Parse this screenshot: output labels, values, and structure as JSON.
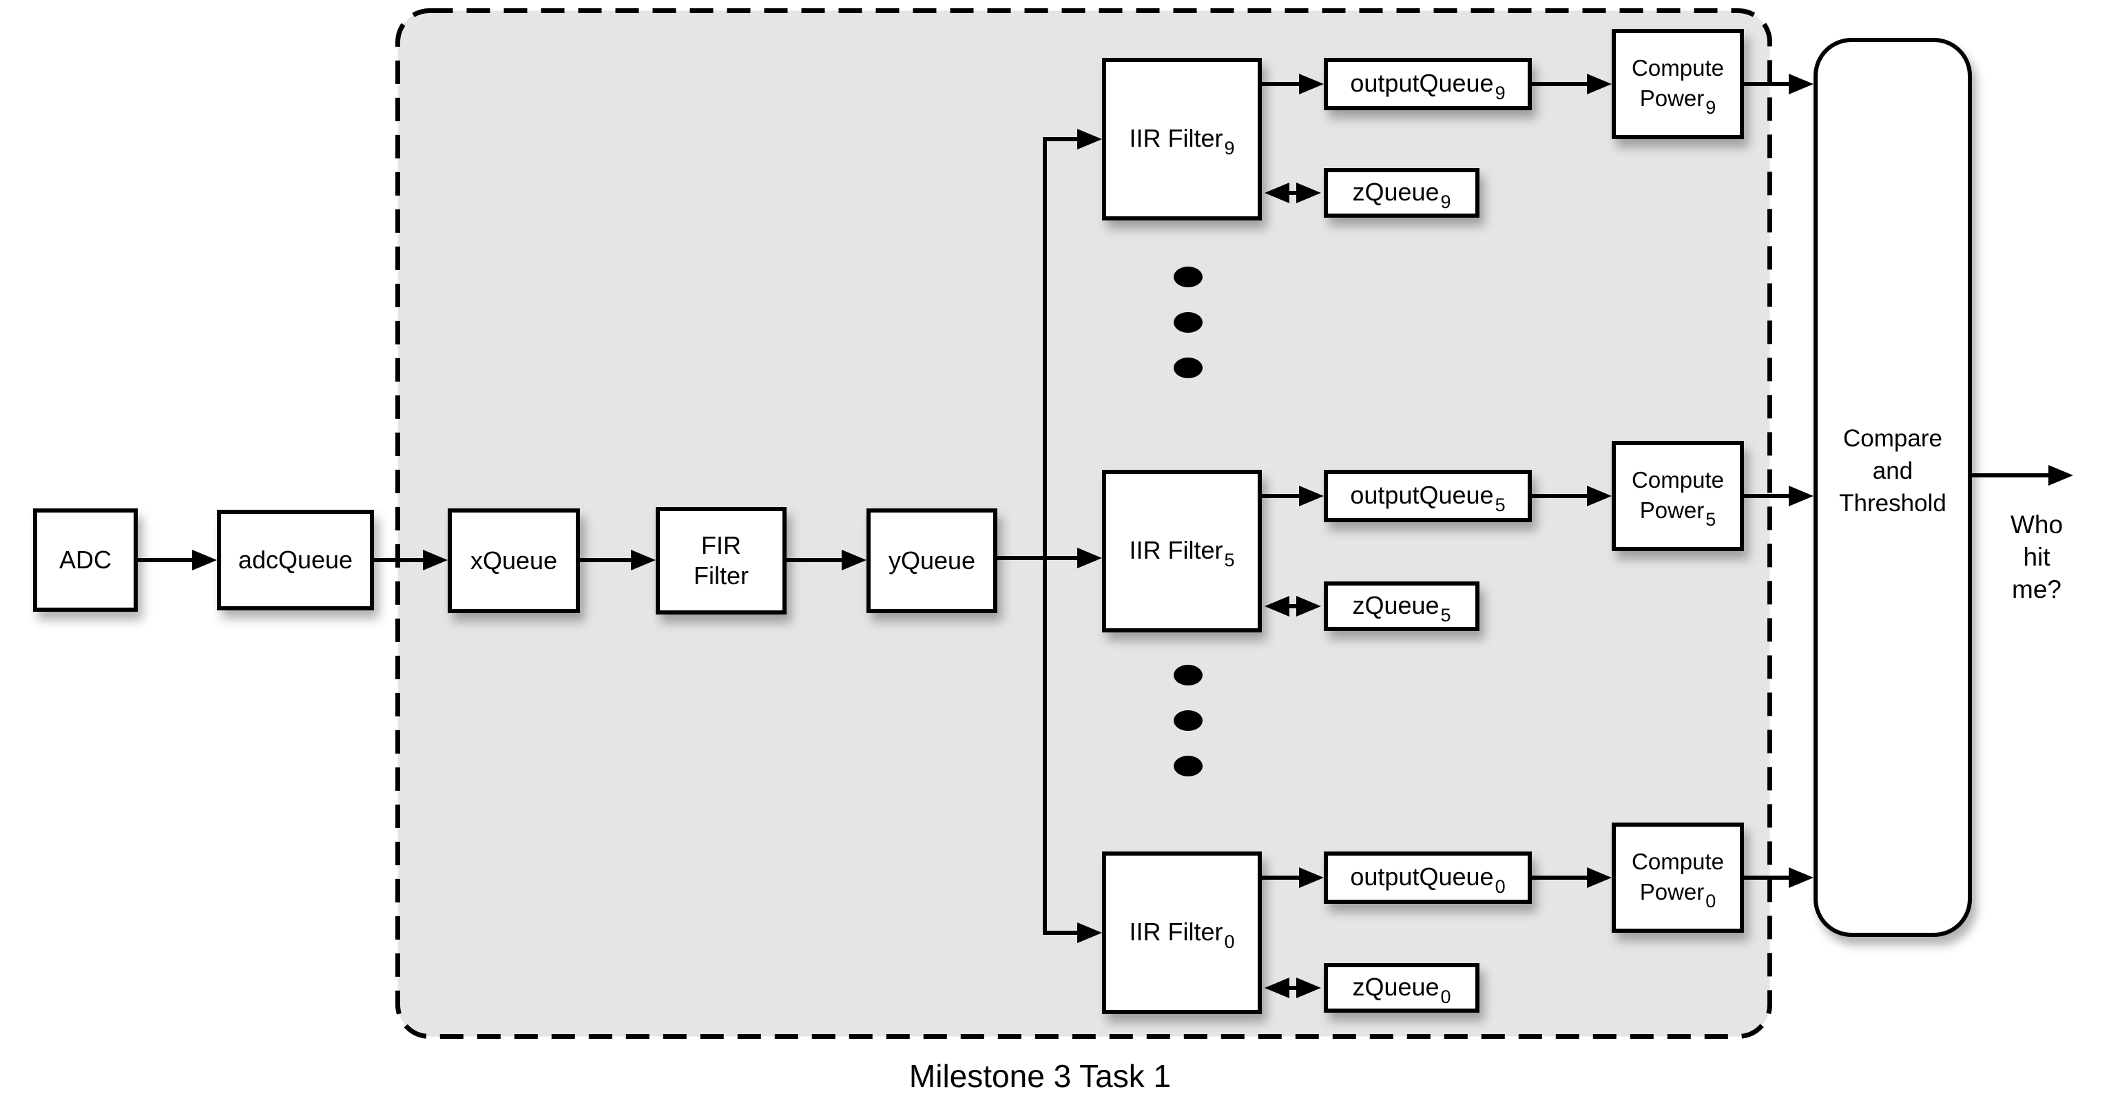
{
  "caption": {
    "text": "Milestone 3 Task 1"
  },
  "pipeline": {
    "adc": {
      "label": "ADC"
    },
    "adc_queue": {
      "label": "adcQueue"
    },
    "x_queue": {
      "label": "xQueue"
    },
    "fir_filter": {
      "line1": "FIR",
      "line2": "Filter"
    },
    "y_queue": {
      "label": "yQueue"
    }
  },
  "rows": [
    {
      "iir": {
        "label": "IIR Filter",
        "sub": "9"
      },
      "output_queue": {
        "label": "outputQueue",
        "sub": "9"
      },
      "z_queue": {
        "label": "zQueue",
        "sub": "9"
      },
      "compute_power": {
        "line1": "Compute",
        "line2": "Power",
        "sub": "9"
      }
    },
    {
      "iir": {
        "label": "IIR Filter",
        "sub": "5"
      },
      "output_queue": {
        "label": "outputQueue",
        "sub": "5"
      },
      "z_queue": {
        "label": "zQueue",
        "sub": "5"
      },
      "compute_power": {
        "line1": "Compute",
        "line2": "Power",
        "sub": "5"
      }
    },
    {
      "iir": {
        "label": "IIR Filter",
        "sub": "0"
      },
      "output_queue": {
        "label": "outputQueue",
        "sub": "0"
      },
      "z_queue": {
        "label": "zQueue",
        "sub": "0"
      },
      "compute_power": {
        "line1": "Compute",
        "line2": "Power",
        "sub": "0"
      }
    }
  ],
  "compare": {
    "line1": "Compare",
    "line2": "and",
    "line3": "Threshold"
  },
  "output_question": {
    "line1": "Who",
    "line2": "hit",
    "line3": "me?"
  },
  "colors": {
    "region_fill": "#e5e5e5",
    "box_fill": "#ffffff",
    "stroke": "#000000",
    "background": "#ffffff"
  }
}
